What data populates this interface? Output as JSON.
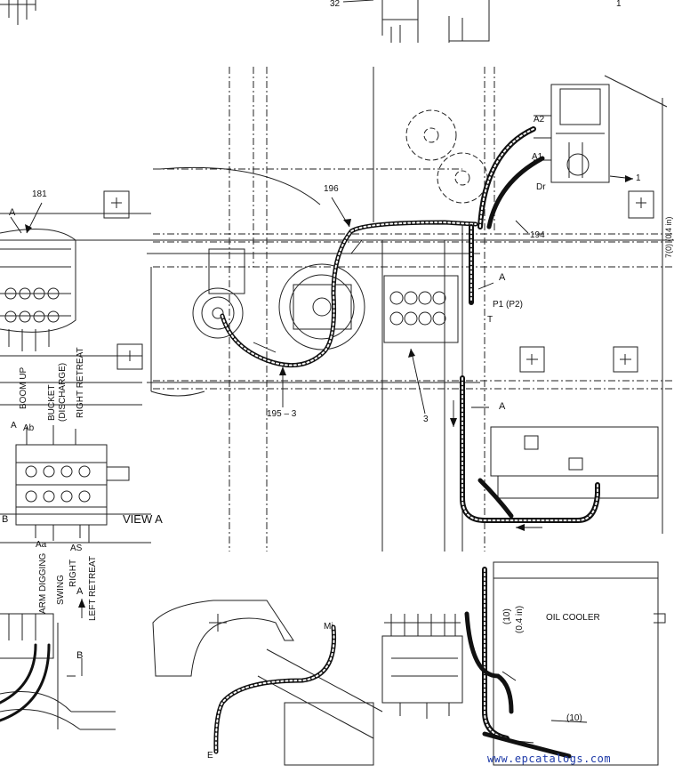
{
  "labels": {
    "n32": "32",
    "n1_top": "1",
    "n181": "181",
    "a_left": "A",
    "n196": "196",
    "a2": "A2",
    "a1": "A1",
    "dr": "Dr",
    "n1_pump": "1",
    "n194": "194",
    "dim_side": "7(0) (0.4 in)",
    "a_mid": "A",
    "p1p2": "P1 (P2)",
    "t": "T",
    "n195_3": "195 – 3",
    "n3": "3",
    "a_low": "A",
    "ab": "Ab",
    "a_valve": "A",
    "b_valve": "B",
    "view_a": "VIEW A",
    "aa": "Aa",
    "as": "AS",
    "boom_up": "BOOM UP",
    "bucket": "BUCKET",
    "discharge": "(DISCHARGE)",
    "right_retreat": "RIGHT RETREAT",
    "arm_digging": "ARM DIGGING",
    "swing": "SWING",
    "right": "RIGHT",
    "left_retreat": "LEFT RETREAT",
    "a_arrow": "A",
    "b_arrow": "B",
    "mi": "Mi",
    "e": "E",
    "dim10_a": "(10)",
    "dim04": "(0.4 in)",
    "oil_cooler": "OIL COOLER",
    "dim10_b": "(10)"
  },
  "watermark": "www.epcatalogs.com",
  "colors": {
    "ink": "#111111",
    "watermark": "#1e3aa8"
  }
}
